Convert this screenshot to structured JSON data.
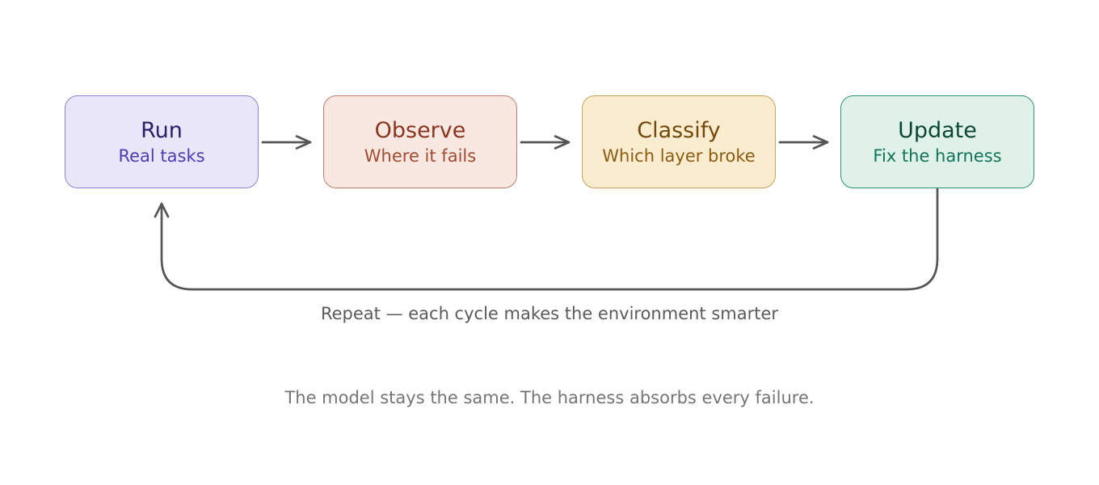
{
  "diagram": {
    "boxes": [
      {
        "id": "run",
        "title": "Run",
        "subtitle": "Real tasks",
        "fill": "#e9e6f9",
        "border": "#8c82d8",
        "title_color": "#2b2169",
        "subtitle_color": "#4b3cb3"
      },
      {
        "id": "observe",
        "title": "Observe",
        "subtitle": "Where it fails",
        "fill": "#f9e8e1",
        "border": "#bf7f6b",
        "title_color": "#8a3520",
        "subtitle_color": "#a34a32"
      },
      {
        "id": "classify",
        "title": "Classify",
        "subtitle": "Which layer broke",
        "fill": "#faeccf",
        "border": "#c9a15b",
        "title_color": "#74480c",
        "subtitle_color": "#8c5c14"
      },
      {
        "id": "update",
        "title": "Update",
        "subtitle": "Fix the harness",
        "fill": "#dff1e8",
        "border": "#2f9277",
        "title_color": "#0b4734",
        "subtitle_color": "#12745a"
      }
    ],
    "loop_caption": "Repeat — each cycle makes the environment smarter",
    "footer": "The model stays the same. The harness absorbs every failure.",
    "arrow_color": "#555555",
    "caption_color": "#5a5a5a",
    "footer_color": "#757575"
  }
}
